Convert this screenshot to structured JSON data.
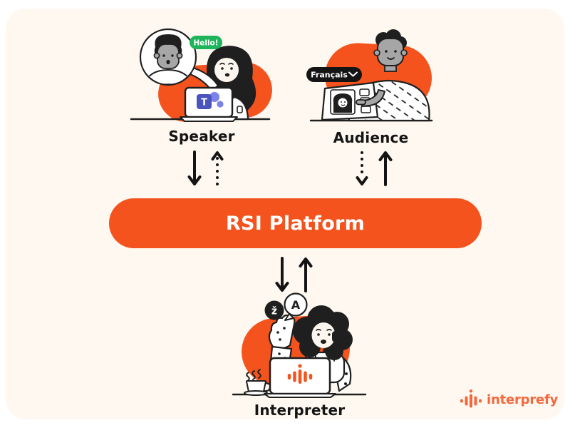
{
  "colors": {
    "page_background": "#FFFFFF",
    "card_background": "#FFF8F1",
    "accent_orange": "#F4531D",
    "logo_orange": "#F2693E",
    "bubble_green": "#1EB45B",
    "ink": "#1F1F1F",
    "skin_gray": "#A6A6A6",
    "teams_purple": "#4B53BC",
    "teams_purple_light": "#7B83EB"
  },
  "nodes": {
    "speaker": {
      "label": "Speaker",
      "speech_bubble": "Hello!",
      "teams_letter": "T",
      "icons": [
        "video-call-circle",
        "microsoft-teams-icon",
        "laptop-icon"
      ]
    },
    "audience": {
      "label": "Audience",
      "language_selector": "Français",
      "icons": [
        "chevron-down-icon",
        "tablet-icon"
      ]
    },
    "platform": {
      "label": "RSI Platform"
    },
    "interpreter": {
      "label": "Interpreter",
      "translate_bubble_letter": "A",
      "translate_bubble_glyph": "ž",
      "icons": [
        "headset-icon",
        "coffee-cup-icon",
        "soundwave-icon",
        "laptop-icon"
      ]
    }
  },
  "arrows": [
    {
      "id": "speaker-to-platform",
      "direction": "down",
      "style": "solid"
    },
    {
      "id": "platform-to-speaker",
      "direction": "up",
      "style": "dotted"
    },
    {
      "id": "platform-to-audience",
      "direction": "down",
      "style": "dotted"
    },
    {
      "id": "audience-to-platform",
      "direction": "up",
      "style": "solid"
    },
    {
      "id": "platform-to-interpreter",
      "direction": "down",
      "style": "solid"
    },
    {
      "id": "interpreter-to-platform",
      "direction": "up",
      "style": "solid"
    }
  ],
  "logo": {
    "text": "interprefy",
    "icon": "soundwave-icon"
  }
}
